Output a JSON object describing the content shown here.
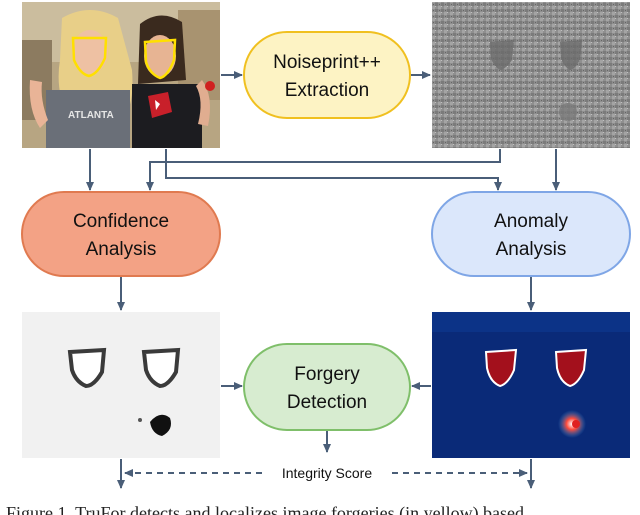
{
  "nodes": {
    "extraction": {
      "line1": "Noiseprint++",
      "line2": "Extraction"
    },
    "confidence": {
      "line1": "Confidence",
      "line2": "Analysis"
    },
    "anomaly": {
      "line1": "Anomaly",
      "line2": "Analysis"
    },
    "forgery": {
      "line1": "Forgery",
      "line2": "Detection"
    }
  },
  "integrity_label": "Integrity Score",
  "caption": "Figure 1. TruFor detects and localizes image forgeries (in yellow) based",
  "shirt_text": "ATLANTA",
  "colors": {
    "extraction_fill": "#fdf3c4",
    "extraction_stroke": "#f0c020",
    "confidence_fill": "#f3a285",
    "confidence_stroke": "#e07a50",
    "anomaly_fill": "#dbe7fb",
    "anomaly_stroke": "#7fa6e6",
    "forgery_fill": "#d7ecd0",
    "forgery_stroke": "#7fbf6a",
    "arrow": "#4a5e78",
    "face_outline": "#ffe000"
  }
}
